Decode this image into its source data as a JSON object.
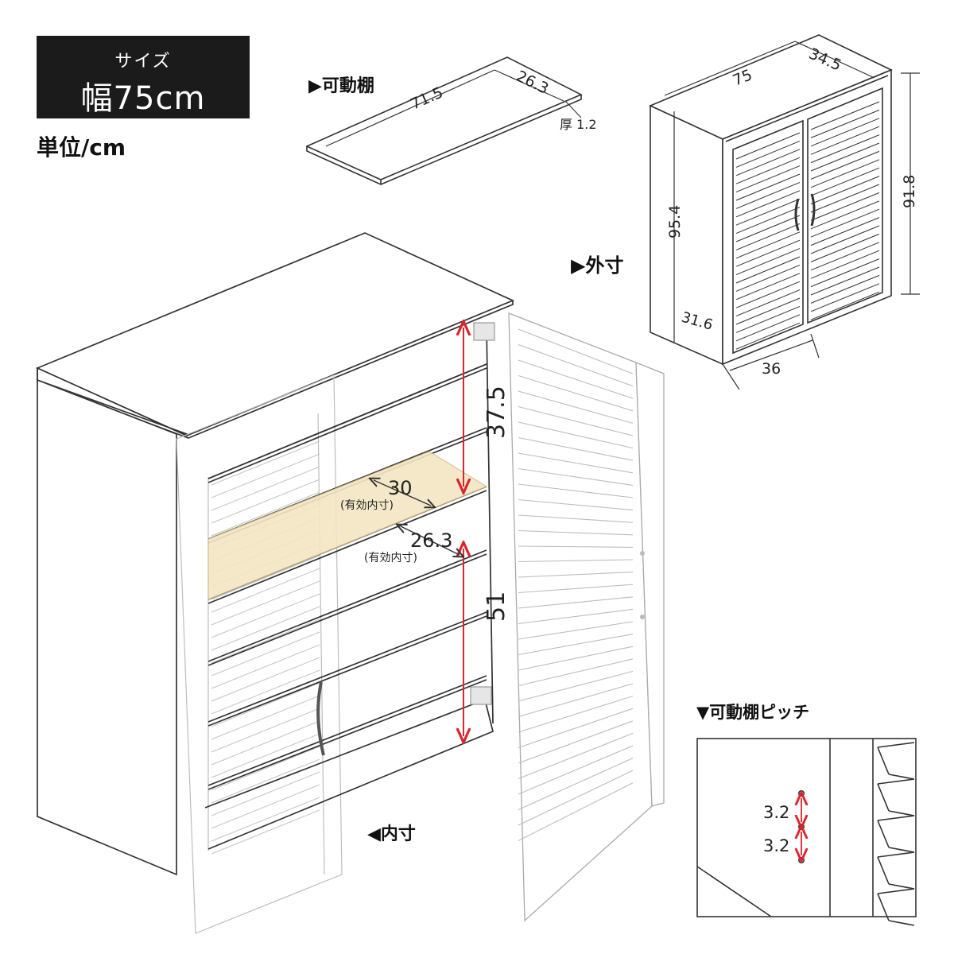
{
  "badge": {
    "label": "サイズ",
    "value": "幅75cm"
  },
  "unit": "単位/cm",
  "shelf": {
    "title": "▶可動棚",
    "length": "71.5",
    "depth": "26.3",
    "thickness": "厚 1.2"
  },
  "exterior": {
    "title": "▶外寸",
    "width": "75",
    "depth": "34.5",
    "height_total": "95.4",
    "height_body": "91.8",
    "side_depth": "31.6",
    "front": "36"
  },
  "interior": {
    "title": "◀内寸",
    "upper_height": "37.5",
    "lower_height": "51",
    "width_eff": "30",
    "width_note": "(有効内寸)",
    "depth_eff": "26.3",
    "depth_note": "(有効内寸)"
  },
  "pitch": {
    "title": "▼可動棚ピッチ",
    "pitch1": "3.2",
    "pitch2": "3.2"
  },
  "colors": {
    "line": "#333333",
    "accent": "#d9262c",
    "shelf_fill": "#f3e6c4",
    "badge_bg": "#1b1b1b"
  }
}
